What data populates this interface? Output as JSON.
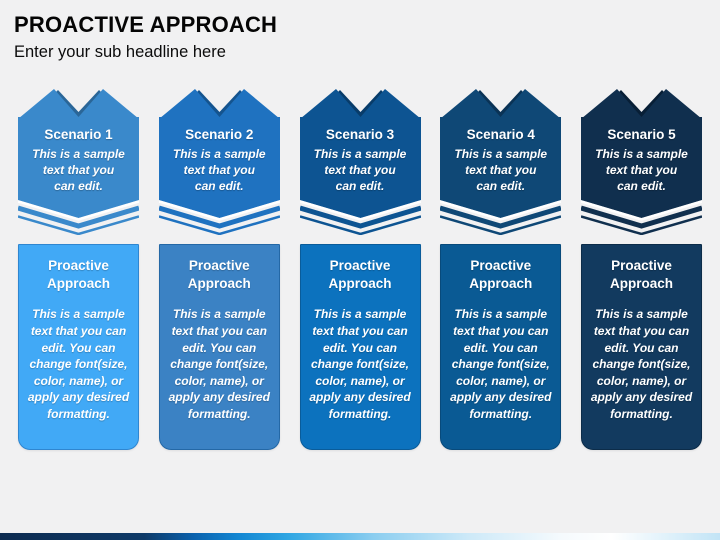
{
  "slide": {
    "title": "PROACTIVE APPROACH",
    "subtitle": "Enter your sub headline here"
  },
  "columns": [
    {
      "scenario_label": "Scenario 1",
      "scenario_text": "This is a sample text that you can edit.",
      "card_title": "Proactive Approach",
      "card_text": "This is a sample text that you can edit. You can change font(size, color, name), or apply any desired formatting.",
      "colors": {
        "banner": "#3A89CB",
        "banner_fold": "#2A6698",
        "card_fill": "#41A9F6",
        "card_border": "#2F86D0"
      }
    },
    {
      "scenario_label": "Scenario 2",
      "scenario_text": "This is a sample text that you can edit.",
      "card_title": "Proactive Approach",
      "card_text": "This is a sample text that you can edit. You can change font(size, color, name), or apply any desired formatting.",
      "colors": {
        "banner": "#1F72C0",
        "banner_fold": "#14548F",
        "card_fill": "#3B82C4",
        "card_border": "#2468A6"
      }
    },
    {
      "scenario_label": "Scenario 3",
      "scenario_text": "This is a sample text that you can edit.",
      "card_title": "Proactive Approach",
      "card_text": "This is a sample text that you can edit. You can change font(size, color, name), or apply any desired formatting.",
      "colors": {
        "banner": "#0D5492",
        "banner_fold": "#083C6A",
        "card_fill": "#0C72BE",
        "card_border": "#0A5C9A"
      }
    },
    {
      "scenario_label": "Scenario 4",
      "scenario_text": "This is a sample text that you can edit.",
      "card_title": "Proactive Approach",
      "card_text": "This is a sample text that you can edit. You can change font(size, color, name), or apply any desired formatting.",
      "colors": {
        "banner": "#0F4876",
        "banner_fold": "#0A3356",
        "card_fill": "#0A5A94",
        "card_border": "#084A7B"
      }
    },
    {
      "scenario_label": "Scenario 5",
      "scenario_text": "This is a sample text that you can edit.",
      "card_title": "Proactive Approach",
      "card_text": "This is a sample text that you can edit. You can change font(size, color, name), or apply any desired formatting.",
      "colors": {
        "banner": "#102F4E",
        "banner_fold": "#081F36",
        "card_fill": "#123A5F",
        "card_border": "#0C2C49"
      }
    }
  ],
  "footer": {
    "gradient_stops": [
      "#0D2B50 0%",
      "#0E3A68 20%",
      "#0A62AE 27%",
      "#1286D2 33%",
      "#2FA6E3 40%",
      "#8CCEF0 52%",
      "#CDE9F8 65%",
      "#F5FAFD 78%",
      "#FFFFFF 85%",
      "#C2E4F6 100%"
    ]
  }
}
